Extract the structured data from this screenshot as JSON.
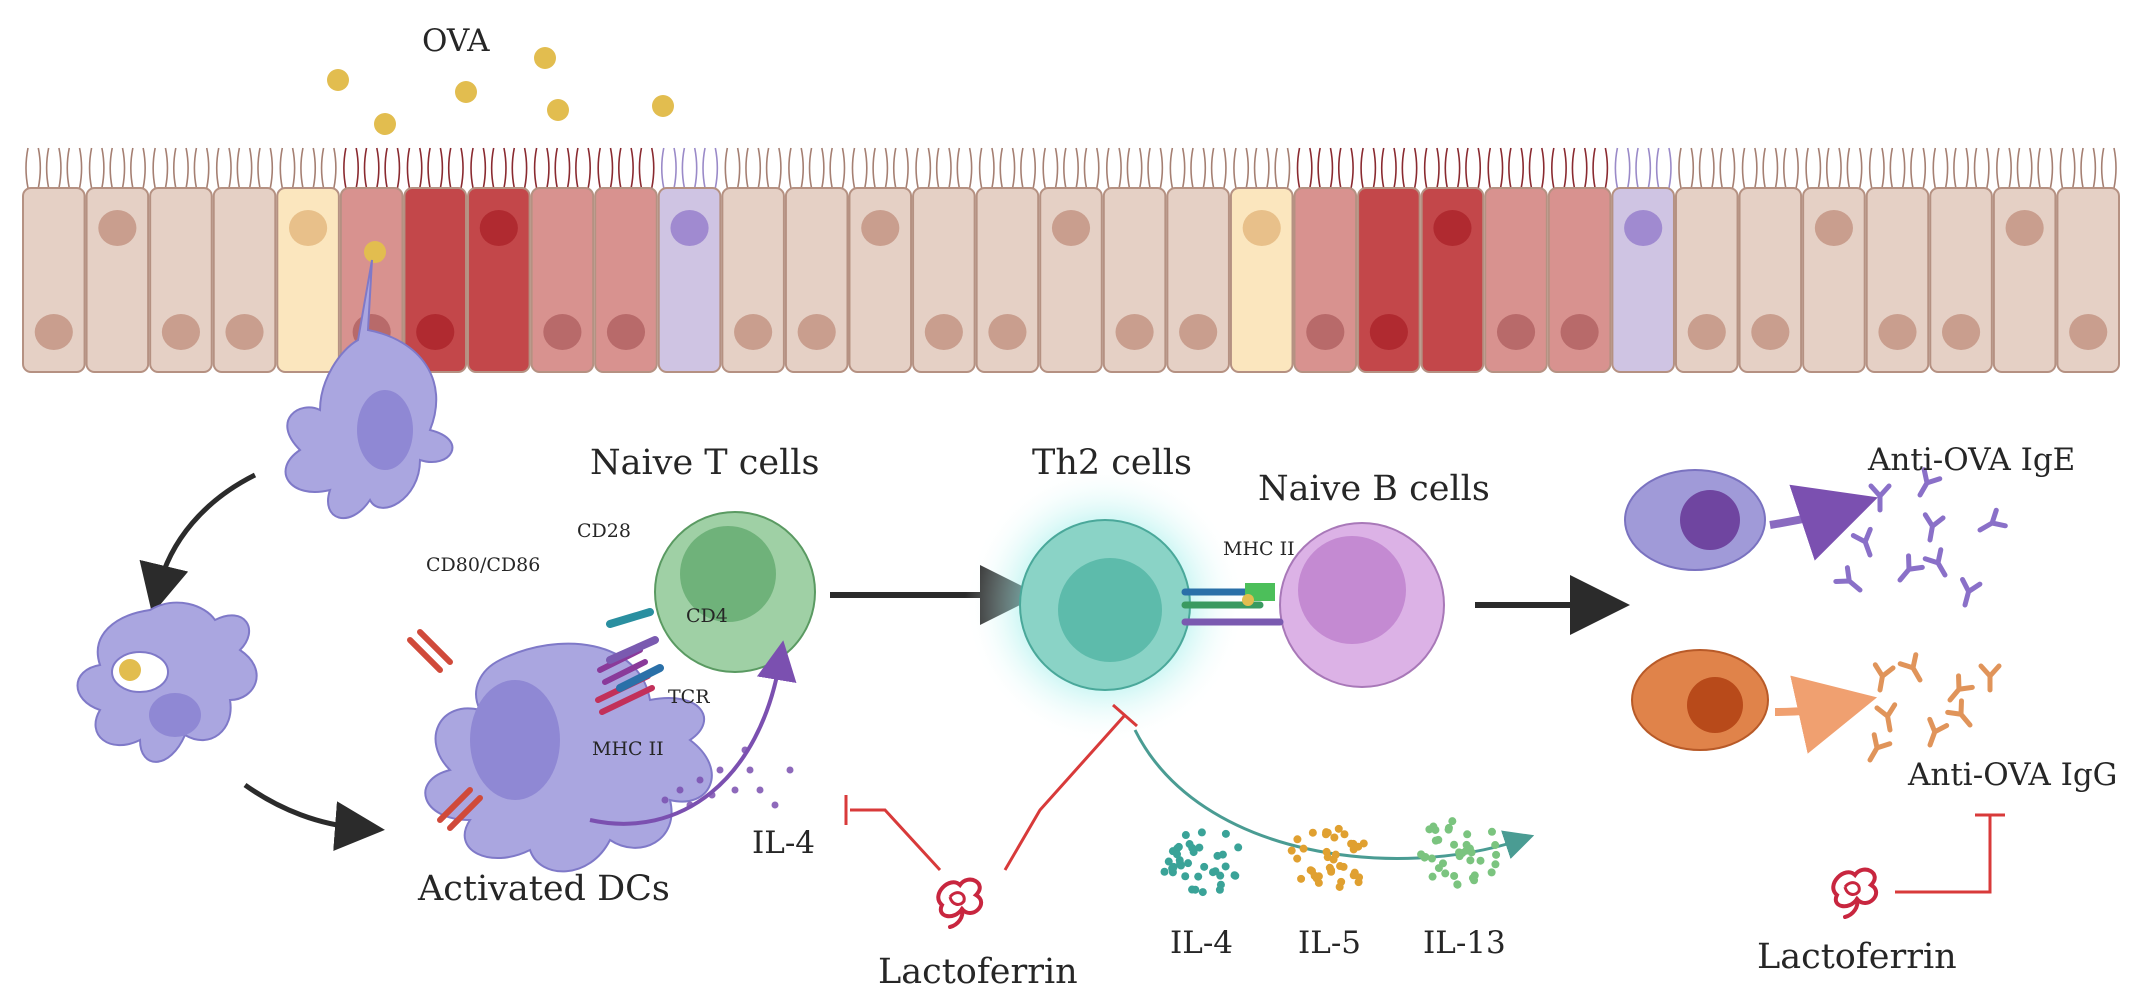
{
  "labels": {
    "ova": "OVA",
    "naive_t_cells": "Naive T cells",
    "th2_cells": "Th2 cells",
    "naive_b_cells": "Naive B cells",
    "activated_dcs": "Activated DCs",
    "cd80_cd86": "CD80/CD86",
    "cd28": "CD28",
    "cd4": "CD4",
    "tcr": "TCR",
    "mhc_ii_dc": "MHC II",
    "mhc_ii_b": "MHC II",
    "il4_dc": "IL-4",
    "il4": "IL-4",
    "il5": "IL-5",
    "il13": "IL-13",
    "lactoferrin_center": "Lactoferrin",
    "lactoferrin_right": "Lactoferrin",
    "anti_ova_ige": "Anti-OVA IgE",
    "anti_ova_igg": "Anti-OVA IgG"
  },
  "colors": {
    "epithelial_cell": "#e5d0c5",
    "epithelial_border": "#b59182",
    "inflamed_cell_light": "#d8928f",
    "inflamed_cell_dark": "#c3474a",
    "goblet_cell": "#fbe6be",
    "purple_cell": "#cfc4e3",
    "dendritic_cell": "#aaa6e0",
    "naive_t_cell": "#9fd0a5",
    "th2_cell": "#6ec5b7",
    "naive_b_cell": "#d6a7e0",
    "plasma_ige": "#a09ad8",
    "plasma_igg": "#e0834a",
    "lactoferrin": "#c8263f",
    "ova_particle": "#e2bd4f",
    "arrow": "#2b2b2b"
  }
}
